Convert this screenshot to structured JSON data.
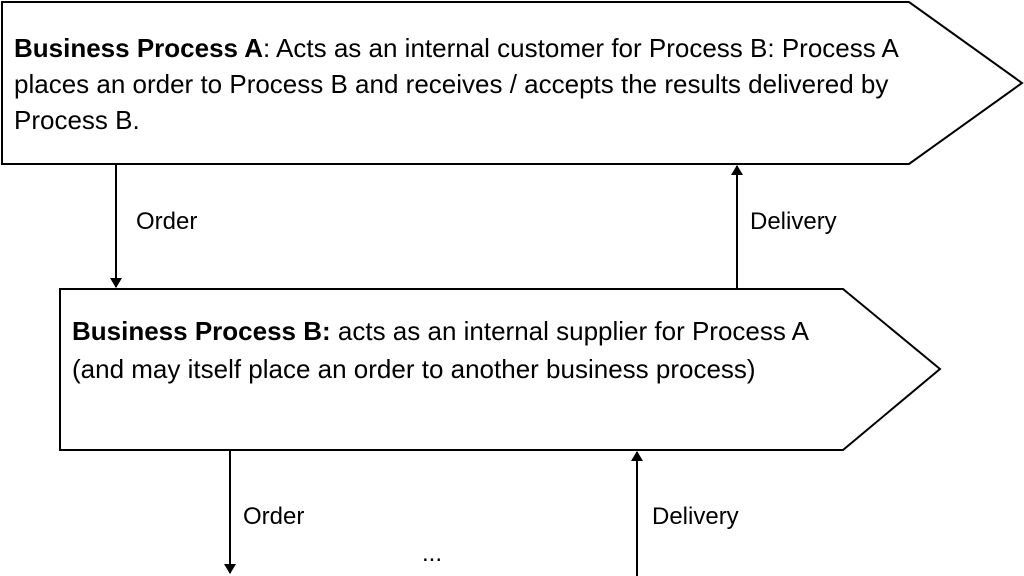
{
  "process_a": {
    "title": "Business Process A",
    "text": ": Acts as an internal customer for Process B: Process A places an order to Process B and receives / accepts the results delivered by Process B."
  },
  "process_b": {
    "title": "Business Process B:",
    "text": " acts as an internal supplier for Process A (and may itself place an order to another business process)"
  },
  "labels": {
    "order_1": "Order",
    "delivery_1": "Delivery",
    "order_2": "Order",
    "delivery_2": "Delivery",
    "ellipsis": "..."
  }
}
